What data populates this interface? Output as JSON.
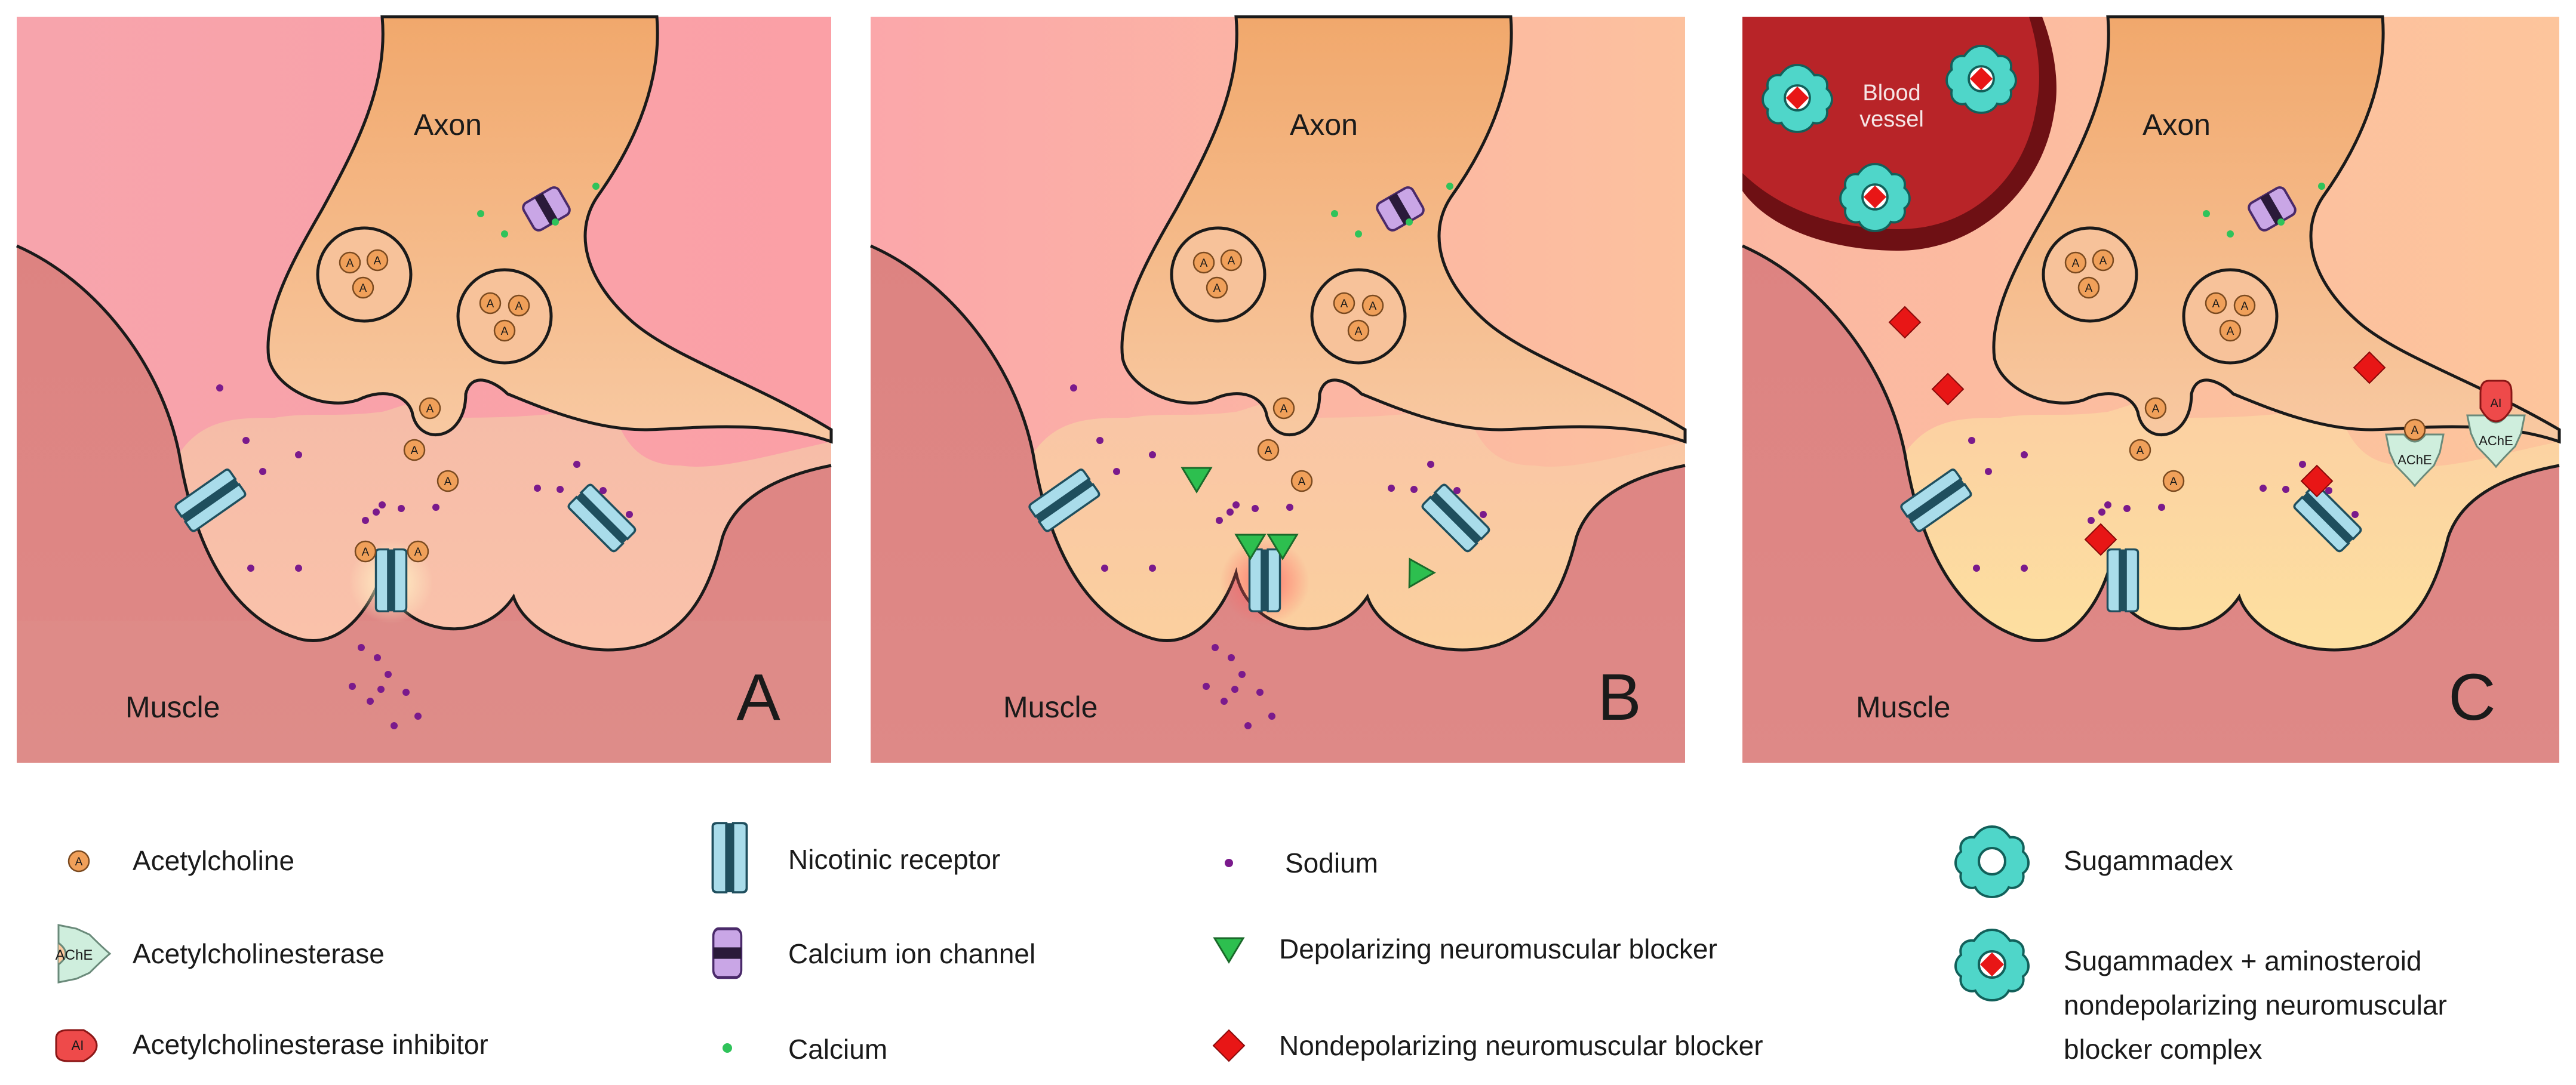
{
  "panels": [
    {
      "letter": "A",
      "axon": "Axon",
      "muscle": "Muscle"
    },
    {
      "letter": "B",
      "axon": "Axon",
      "muscle": "Muscle"
    },
    {
      "letter": "C",
      "axon": "Axon",
      "muscle": "Muscle",
      "blood_vessel": [
        "Blood",
        "vessel"
      ]
    }
  ],
  "glyphs": {
    "acetylcholine": "A",
    "ache": "AChE",
    "inhibitor": "AI"
  },
  "legend": {
    "acetylcholine": "Acetylcholine",
    "acetylcholinesterase": "Acetylcholinesterase",
    "inhibitor": "Acetylcholinesterase inhibitor",
    "nicotinic": "Nicotinic receptor",
    "calcium_channel": "Calcium ion channel",
    "calcium": "Calcium",
    "sodium": "Sodium",
    "depolarizing": "Depolarizing neuromuscular blocker",
    "nondepolarizing": "Nondepolarizing neuromuscular blocker",
    "sugammadex": "Sugammadex",
    "complex": [
      "Sugammadex + aminosteroid",
      "nondepolarizing neuromuscular",
      "blocker complex"
    ]
  },
  "colors": {
    "axon": "#f2b27a",
    "cleft": "#f7c9a8",
    "muscle": "#e08684",
    "acetylcholine": "#f0a05a",
    "sodium": "#7a1a8c",
    "calcium": "#2fc35a",
    "receptor": "#a9dcea",
    "calcium_channel": "#c9a6e6",
    "depolarizing": "#2dbf4f",
    "nondepolarizing": "#e81616",
    "sugammadex": "#4fd6c9",
    "ache": "#cfeedd",
    "inhibitor": "#ee4a4a",
    "blood_vessel": "#b82428"
  }
}
